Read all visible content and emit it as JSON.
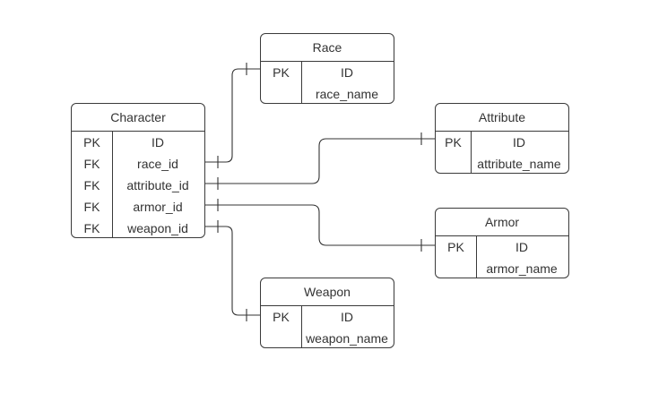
{
  "entities": {
    "race": {
      "title": "Race",
      "rows": [
        {
          "key": "PK",
          "field": "ID"
        },
        {
          "key": "",
          "field": "race_name"
        }
      ]
    },
    "character": {
      "title": "Character",
      "rows": [
        {
          "key": "PK",
          "field": "ID"
        },
        {
          "key": "FK",
          "field": "race_id"
        },
        {
          "key": "FK",
          "field": "attribute_id"
        },
        {
          "key": "FK",
          "field": "armor_id"
        },
        {
          "key": "FK",
          "field": "weapon_id"
        }
      ]
    },
    "attribute": {
      "title": "Attribute",
      "rows": [
        {
          "key": "PK",
          "field": "ID"
        },
        {
          "key": "",
          "field": "attribute_name"
        }
      ]
    },
    "armor": {
      "title": "Armor",
      "rows": [
        {
          "key": "PK",
          "field": "ID"
        },
        {
          "key": "",
          "field": "armor_name"
        }
      ]
    },
    "weapon": {
      "title": "Weapon",
      "rows": [
        {
          "key": "PK",
          "field": "ID"
        },
        {
          "key": "",
          "field": "weapon_name"
        }
      ]
    }
  },
  "relationships": [
    {
      "from": "character.race_id",
      "to": "race.ID",
      "cardinality": "one-to-one"
    },
    {
      "from": "character.attribute_id",
      "to": "attribute.ID",
      "cardinality": "one-to-one"
    },
    {
      "from": "character.armor_id",
      "to": "armor.ID",
      "cardinality": "one-to-one"
    },
    {
      "from": "character.weapon_id",
      "to": "weapon.ID",
      "cardinality": "one-to-one"
    }
  ],
  "colors": {
    "line": "#333333",
    "border": "#3a3a3a",
    "text": "#333333",
    "background": "#ffffff"
  }
}
